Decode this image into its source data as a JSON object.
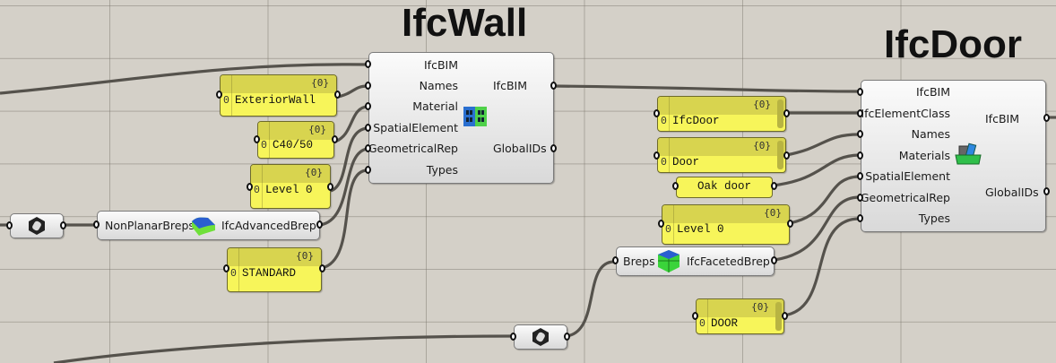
{
  "titles": {
    "wall": "IfcWall",
    "door": "IfcDoor"
  },
  "ifc_wall": {
    "inputs": [
      "IfcBIM",
      "Names",
      "Material",
      "SpatialElement",
      "GeometricalRep",
      "Types"
    ],
    "outputs": [
      "IfcBIM",
      "GlobalIDs"
    ],
    "icon": "wall-building-icon"
  },
  "ifc_door": {
    "inputs": [
      "IfcBIM",
      "IfcElementClass",
      "Names",
      "Materials",
      "SpatialElement",
      "GeometricalRep",
      "Types"
    ],
    "outputs": [
      "IfcBIM",
      "GlobalIDs"
    ],
    "icon": "door-element-icon"
  },
  "advanced_brep": {
    "input": "NonPlanarBreps",
    "output": "IfcAdvancedBrep",
    "icon": "advanced-brep-icon"
  },
  "faceted_brep": {
    "input": "Breps",
    "output": "IfcFacetedBrep",
    "icon": "faceted-brep-icon"
  },
  "panels": {
    "exterior_wall": {
      "count": "{0}",
      "index": "0",
      "value": "ExteriorWall"
    },
    "c40": {
      "count": "{0}",
      "index": "0",
      "value": "C40/50"
    },
    "wall_level": {
      "count": "{0}",
      "index": "0",
      "value": "Level 0"
    },
    "standard": {
      "count": "{0}",
      "index": "0",
      "value": "STANDARD"
    },
    "ifcdoor_class": {
      "count": "{0}",
      "index": "0",
      "value": "IfcDoor"
    },
    "door_name": {
      "count": "{0}",
      "index": "0",
      "value": "Door"
    },
    "oak_door": {
      "value": "Oak door"
    },
    "door_level": {
      "count": "{0}",
      "index": "0",
      "value": "Level 0"
    },
    "door_type": {
      "count": "{0}",
      "index": "0",
      "value": "DOOR"
    }
  },
  "geometry_params": {
    "icon": "brep-parameter-hex-icon"
  }
}
